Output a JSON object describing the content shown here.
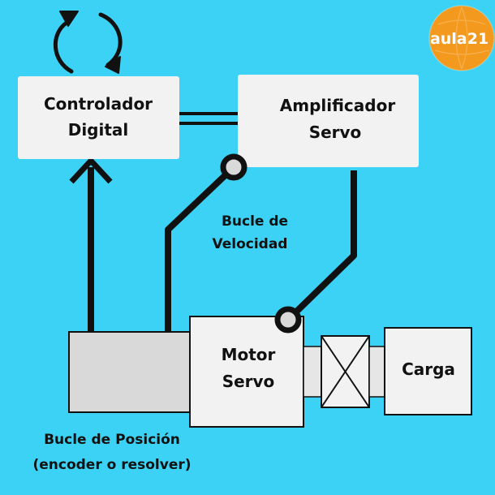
{
  "diagram": {
    "blocks": {
      "controller": {
        "line1": "Controlador",
        "line2": "Digital"
      },
      "amplifier": {
        "line1": "Amplificador",
        "line2": "Servo"
      },
      "motor": {
        "line1": "Motor",
        "line2": "Servo"
      },
      "load": {
        "label": "Carga"
      }
    },
    "velocity_loop": {
      "line1": "Bucle de",
      "line2": "Velocidad"
    },
    "position_loop": {
      "line1": "Bucle de Posición",
      "line2": "(encoder o resolver)"
    },
    "logo": {
      "text": "aula21"
    },
    "colors": {
      "background": "#3cd2f5",
      "box": "#f2f2f2",
      "encoder": "#d9d9d9",
      "line": "#111111",
      "logo": "#f39a1e"
    }
  }
}
